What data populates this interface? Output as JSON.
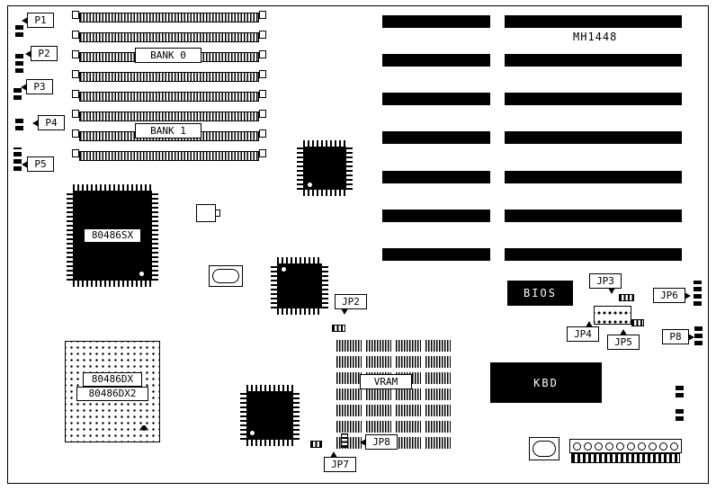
{
  "colors": {
    "ink": "#000000",
    "paper": "#ffffff"
  },
  "board": {
    "model": "MH1448",
    "left_ports": {
      "p1": "P1",
      "p2": "P2",
      "p3": "P3",
      "p4": "P4",
      "p5": "P5"
    },
    "memory": {
      "bank0": "BANK 0",
      "bank1": "BANK 1",
      "vram": "VRAM"
    },
    "chips": {
      "cpu_sx": "80486SX",
      "cpu_dx": "80486DX",
      "cpu_dx2": "80486DX2",
      "bios": "BIOS",
      "kbd": "KBD"
    },
    "jumpers": {
      "jp2": "JP2",
      "jp3": "JP3",
      "jp4": "JP4",
      "jp5": "JP5",
      "jp6": "JP6",
      "jp7": "JP7",
      "jp8": "JP8"
    },
    "right_ports": {
      "p8": "P8"
    }
  }
}
